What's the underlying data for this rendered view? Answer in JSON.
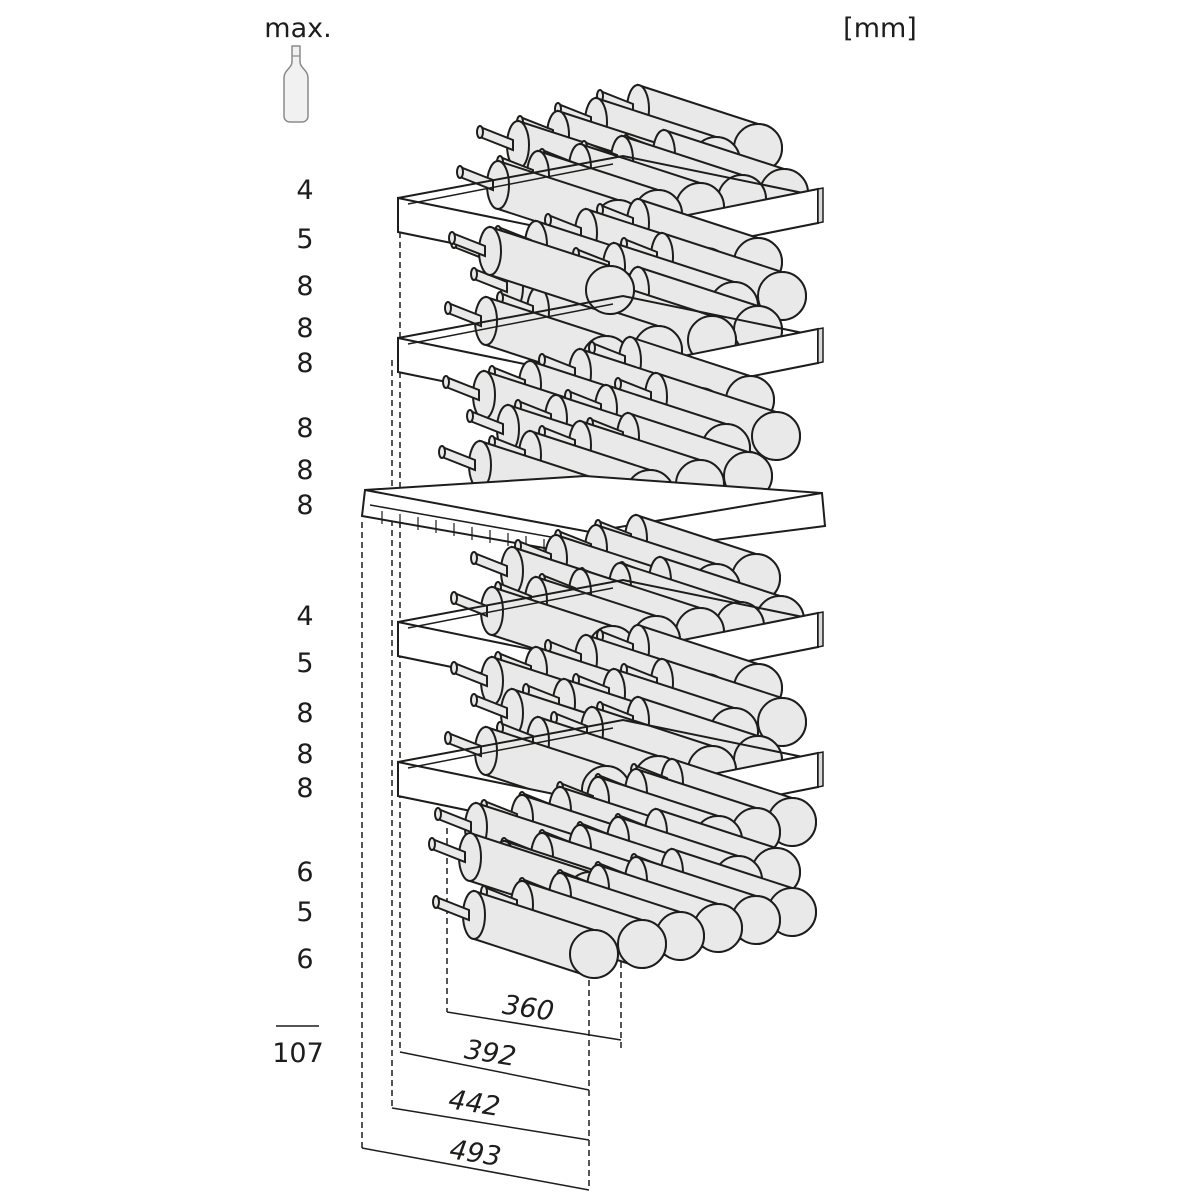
{
  "header": {
    "max_label": "max.",
    "unit_label": "[mm]"
  },
  "shelf_counts": [
    "4",
    "5",
    "8",
    "8",
    "8",
    "8",
    "8",
    "8",
    "4",
    "5",
    "8",
    "8",
    "8",
    "6",
    "5",
    "6"
  ],
  "total_count": "107",
  "depth_dimensions": [
    "360",
    "392",
    "442",
    "493"
  ],
  "colors": {
    "line": "#1d1d1b",
    "bottle_fill": "#e9e9e9",
    "shelf_fill": "#ffffff",
    "background": "#ffffff"
  },
  "icons": {
    "bottle": "wine-bottle-icon"
  }
}
